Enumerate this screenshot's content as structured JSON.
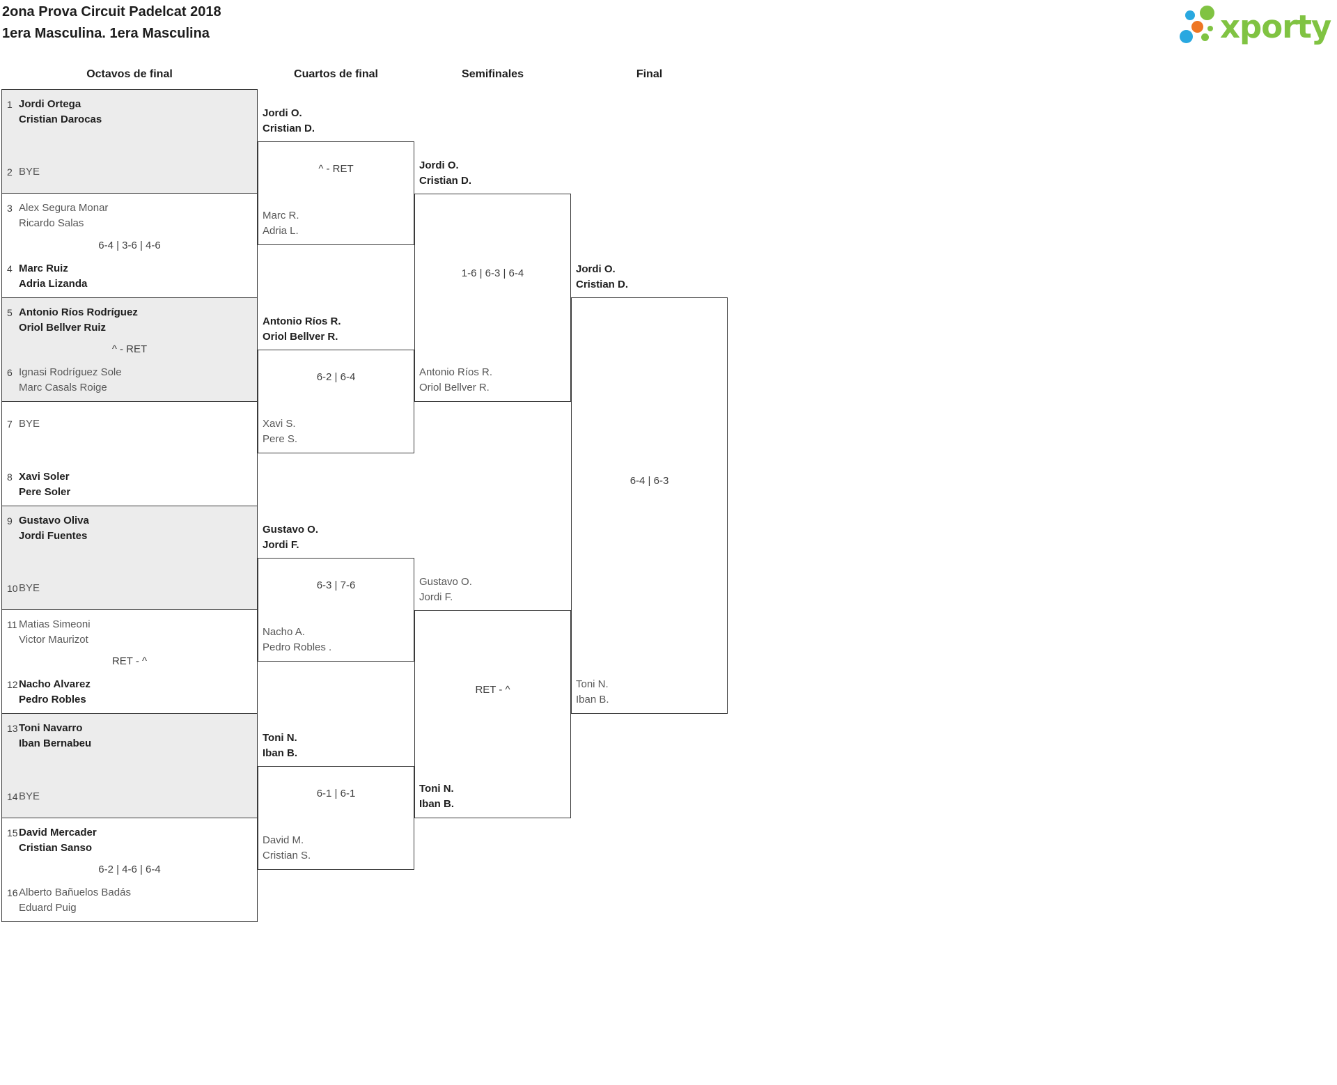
{
  "page": {
    "title_line1": "2ona Prova Circuit Padelcat 2018",
    "title_line2": "1era Masculina. 1era Masculina"
  },
  "logo": {
    "text": "xporty",
    "colors": {
      "green": "#80c342",
      "blue": "#29a8e0",
      "orange": "#ee7623"
    }
  },
  "colors": {
    "border": "#3a3a3a",
    "shaded_row_bg": "#ececec",
    "winner_text": "#1f1f1f",
    "loser_text": "#575757"
  },
  "rounds": [
    "Octavos de final",
    "Cuartos de final",
    "Semifinales",
    "Final"
  ],
  "octavos": [
    {
      "seed_top": "1",
      "top": [
        "Jordi Ortega",
        "Cristian Darocas"
      ],
      "top_winner": true,
      "seed_bottom": "2",
      "bottom": [
        "BYE"
      ],
      "bottom_bye": true,
      "score": "",
      "shaded": true
    },
    {
      "seed_top": "3",
      "top": [
        "Alex Segura Monar",
        "Ricardo Salas"
      ],
      "seed_bottom": "4",
      "bottom": [
        "Marc Ruiz",
        "Adria Lizanda"
      ],
      "bottom_winner": true,
      "score": "6-4 | 3-6 | 4-6",
      "shaded": false
    },
    {
      "seed_top": "5",
      "top": [
        "Antonio Ríos Rodríguez",
        "Oriol Bellver Ruiz"
      ],
      "top_winner": true,
      "seed_bottom": "6",
      "bottom": [
        "Ignasi Rodríguez Sole",
        "Marc Casals Roige"
      ],
      "score": "^ - RET",
      "shaded": true
    },
    {
      "seed_top": "7",
      "top": [
        "BYE"
      ],
      "top_bye": true,
      "seed_bottom": "8",
      "bottom": [
        "Xavi Soler",
        "Pere Soler"
      ],
      "bottom_winner": true,
      "score": "",
      "shaded": false
    },
    {
      "seed_top": "9",
      "top": [
        "Gustavo Oliva",
        "Jordi Fuentes"
      ],
      "top_winner": true,
      "seed_bottom": "10",
      "bottom": [
        "BYE"
      ],
      "bottom_bye": true,
      "score": "",
      "shaded": true
    },
    {
      "seed_top": "11",
      "top": [
        "Matias Simeoni",
        "Victor Maurizot"
      ],
      "seed_bottom": "12",
      "bottom": [
        "Nacho Alvarez",
        "Pedro Robles"
      ],
      "bottom_winner": true,
      "score": "RET - ^",
      "shaded": false
    },
    {
      "seed_top": "13",
      "top": [
        "Toni Navarro",
        "Iban Bernabeu"
      ],
      "top_winner": true,
      "seed_bottom": "14",
      "bottom": [
        "BYE"
      ],
      "bottom_bye": true,
      "score": "",
      "shaded": true
    },
    {
      "seed_top": "15",
      "top": [
        "David Mercader",
        "Cristian Sanso"
      ],
      "top_winner": true,
      "seed_bottom": "16",
      "bottom": [
        "Alberto Bañuelos Badás",
        "Eduard Puig"
      ],
      "score": "6-2 | 4-6 | 6-4",
      "shaded": false
    }
  ],
  "cuartos": [
    {
      "top": [
        "Jordi O.",
        "Cristian D."
      ],
      "top_winner": true,
      "bottom": [
        "Marc R.",
        "Adria L."
      ],
      "score": "^ - RET"
    },
    {
      "top": [
        "Antonio Ríos R.",
        "Oriol Bellver R."
      ],
      "top_winner": true,
      "bottom": [
        "Xavi S.",
        "Pere S."
      ],
      "score": "6-2 | 6-4"
    },
    {
      "top": [
        "Gustavo O.",
        "Jordi F."
      ],
      "top_winner": true,
      "bottom": [
        "Nacho A.",
        "Pedro Robles ."
      ],
      "score": "6-3 | 7-6"
    },
    {
      "top": [
        "Toni N.",
        "Iban B."
      ],
      "top_winner": true,
      "bottom": [
        "David M.",
        "Cristian S."
      ],
      "score": "6-1 | 6-1"
    }
  ],
  "semifinales": [
    {
      "top": [
        "Jordi O.",
        "Cristian D."
      ],
      "top_winner": true,
      "bottom": [
        "Antonio Ríos R.",
        "Oriol Bellver R."
      ],
      "score": "1-6 | 6-3 | 6-4"
    },
    {
      "top": [
        "Gustavo O.",
        "Jordi F."
      ],
      "bottom": [
        "Toni N.",
        "Iban B."
      ],
      "bottom_winner": true,
      "score": "RET - ^"
    }
  ],
  "final": {
    "top": [
      "Jordi O.",
      "Cristian D."
    ],
    "top_winner": true,
    "bottom": [
      "Toni N.",
      "Iban B."
    ],
    "score": "6-4 | 6-3"
  }
}
